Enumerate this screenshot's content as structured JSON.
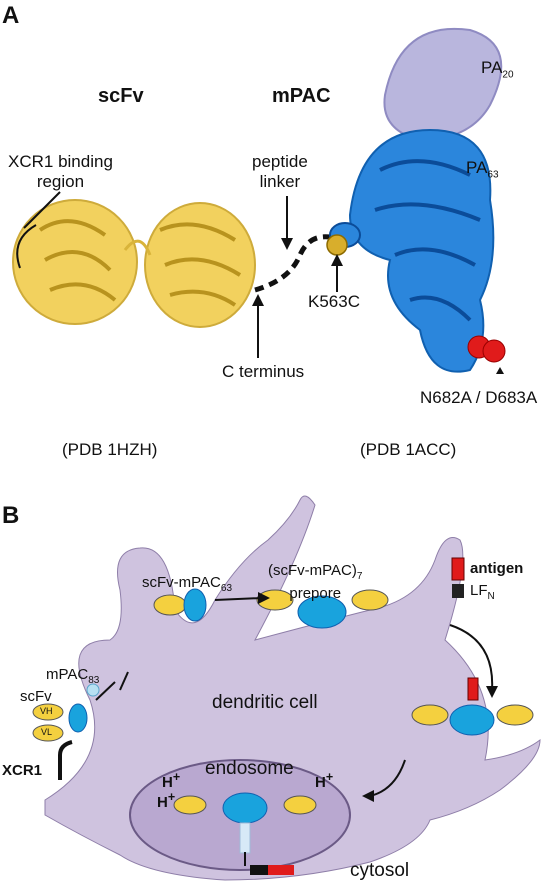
{
  "panel_a": {
    "letter": "A",
    "scfv_title": "scFv",
    "mpac_title": "mPAC",
    "pa20": "PA",
    "pa20_sub": "20",
    "pa63": "PA",
    "pa63_sub": "63",
    "xcr1_binding_line1": "XCR1 binding",
    "xcr1_binding_line2": "region",
    "peptide_line1": "peptide",
    "peptide_line2": "linker",
    "k563c": "K563C",
    "c_terminus": "C terminus",
    "mutation": "N682A / D683A",
    "pdb_left": "(PDB 1HZH)",
    "pdb_right": "(PDB 1ACC)"
  },
  "panel_b": {
    "letter": "B",
    "scfv_mpac63": "scFv-mPAC",
    "scfv_mpac63_sub": "63",
    "prepore_line1_a": "(scFv-mPAC)",
    "prepore_line1_sub": "7",
    "prepore_line2": "prepore",
    "antigen": "antigen",
    "lfn": "LF",
    "lfn_sub": "N",
    "mpac83": "mPAC",
    "mpac83_sub": "83",
    "scfv": "scFv",
    "vh": "VH",
    "vl": "VL",
    "xcr1": "XCR1",
    "dendritic_cell": "dendritic cell",
    "endosome": "endosome",
    "h_plus": "H",
    "h_sup": "+",
    "cytosol": "cytosol"
  },
  "colors": {
    "scfv_yellow": "#f4d03f",
    "mpac_blue": "#1e7fd6",
    "pa20_lavender": "#b9b6dd",
    "cell_purple": "#cfc3df",
    "antigen_red": "#e01b1b"
  }
}
